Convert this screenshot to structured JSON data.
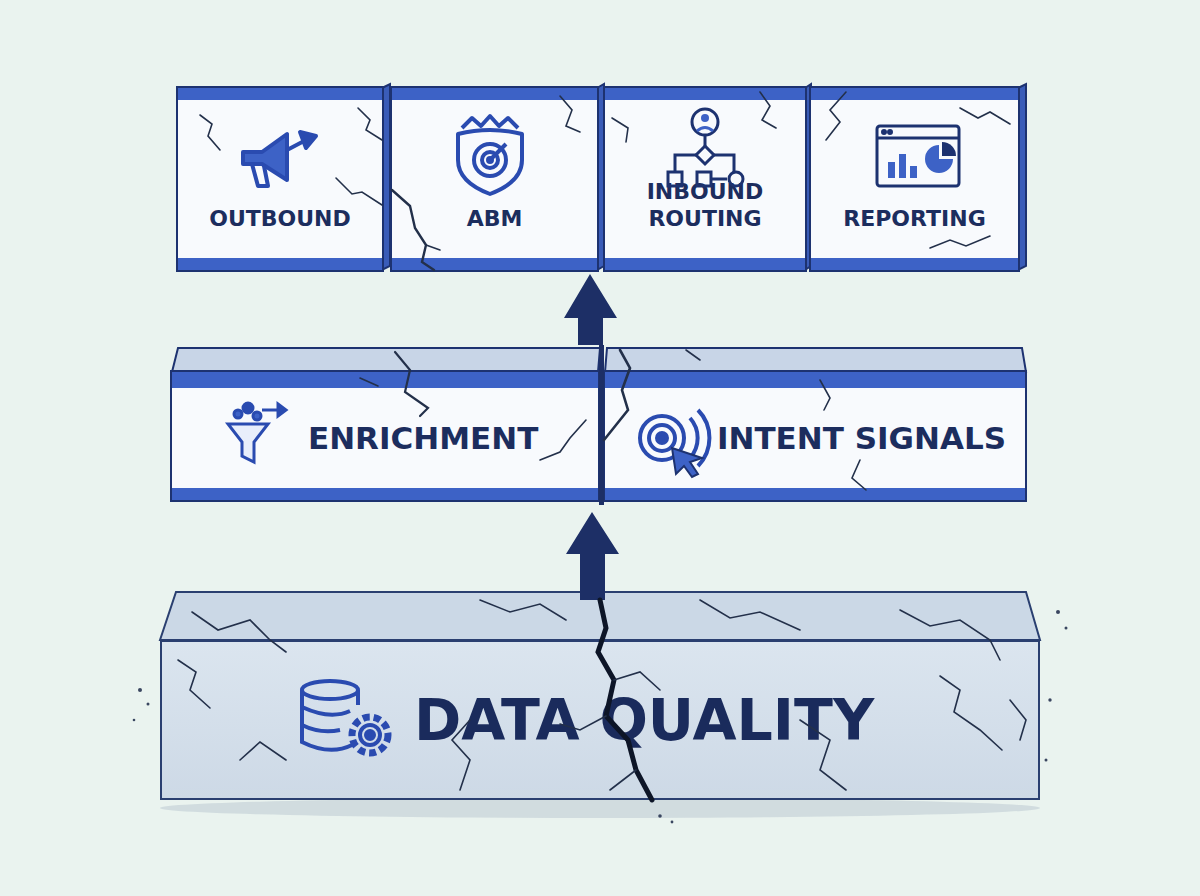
{
  "diagram": {
    "nodes": [
      {
        "text": [
          "OUTBOUND"
        ]
      },
      {
        "text": [
          "ABM"
        ]
      },
      {
        "text": [
          "INBOUND ROUTING"
        ]
      },
      {
        "text": [
          "REPORTING"
        ]
      },
      {
        "text": [
          "ENRICHMENT"
        ]
      },
      {
        "text": [
          "INTENT SIGNALS"
        ]
      },
      {
        "text": [
          "DATA QUALITY"
        ]
      }
    ]
  }
}
